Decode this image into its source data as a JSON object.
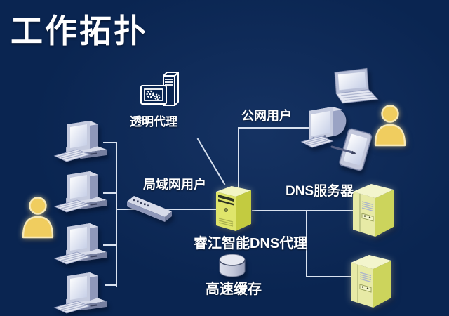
{
  "title": "工作拓扑",
  "labels": {
    "transparent_proxy": "透明代理",
    "public_users": "公网用户",
    "lan_users": "局域网用户",
    "dns_proxy": "睿江智能DNS代理",
    "dns_servers": "DNS服务器",
    "cache": "高速缓存"
  },
  "icons": {
    "lan_user": "person-silhouette",
    "public_user": "person-silhouette",
    "lan_pc": "desktop-computer",
    "switch": "network-switch",
    "transparent_proxy": "proxy-server-outline",
    "dns_proxy": "server-tower",
    "dns_server": "server-cabinet",
    "cache": "database-cylinder",
    "laptop": "laptop",
    "public_desktop": "desktop-computer",
    "pda": "handheld-device-with-stylus"
  },
  "colors": {
    "background": "#0a2551",
    "line": "#d9e2f0",
    "text": "#ffffff",
    "person_yellow": "#f0cd5f",
    "server_green_front": "#dfe56b",
    "server_green_side": "#c3cb40",
    "server_green_top": "#f2f5c3",
    "device_gray": "#c5cbdf"
  }
}
